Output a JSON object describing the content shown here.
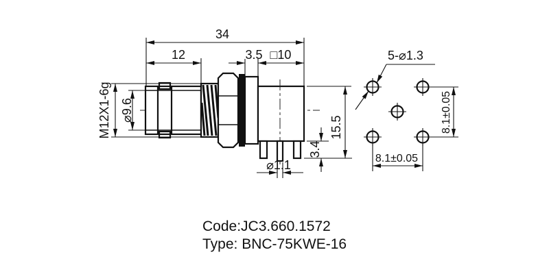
{
  "drawing": {
    "labels": {
      "dim_overall": "34",
      "dim_front": "12",
      "dim_plate": "3.5",
      "dim_body_square": "□10",
      "thread_spec": "M12X1-6g",
      "front_diameter": "⌀9.6",
      "dim_height": "15.5",
      "dim_pin_length": "3.4",
      "pin_diameter": "⌀1.1",
      "hole_callout": "5-⌀1.3",
      "pitch_vertical": "8.1±0.05",
      "pitch_horizontal": "8.1±0.05"
    },
    "caption": {
      "code": "Code:JC3.660.1572",
      "type": "Type: BNC-75KWE-16"
    },
    "colors": {
      "line": "#111111",
      "background": "#ffffff"
    }
  }
}
